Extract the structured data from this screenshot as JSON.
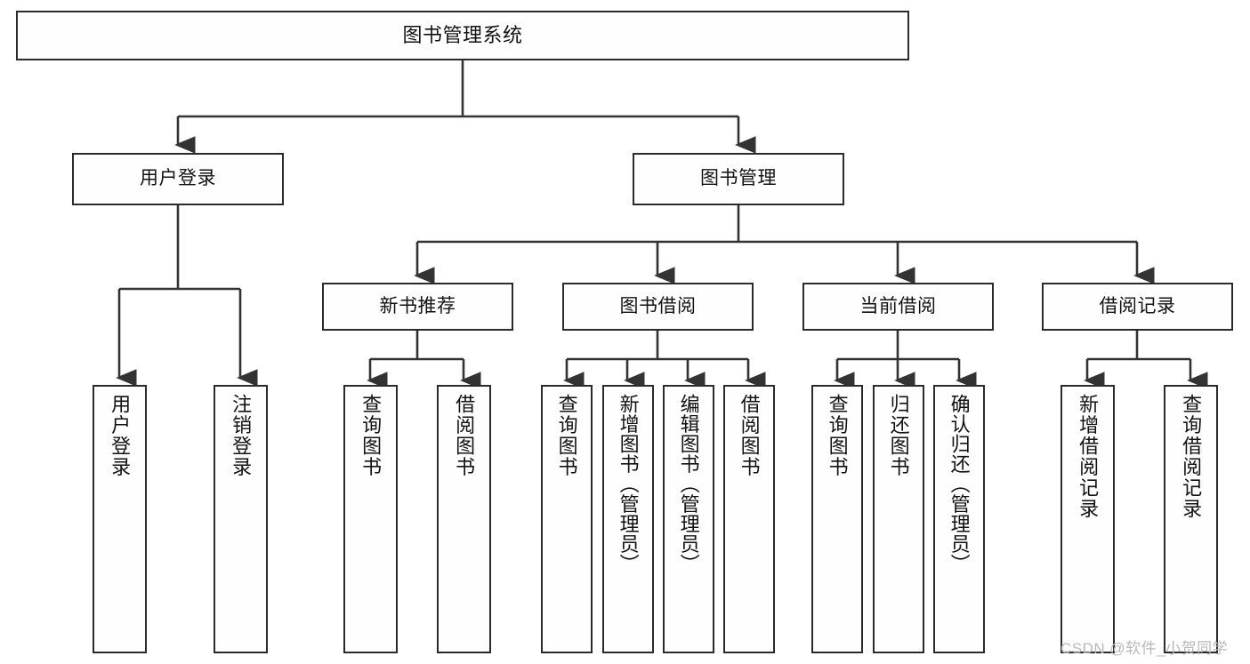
{
  "diagram": {
    "title": "图书管理系统",
    "type": "functional-structure-tree",
    "orientation": "top-down",
    "background_color": "#ffffff",
    "box_border_color": "#2b2b2b",
    "box_fill_color": "#fefefe",
    "edge_color": "#333333",
    "text_color": "#121212"
  },
  "nodes": {
    "root": {
      "label": "图书管理系统",
      "level": 0
    },
    "level1": [
      {
        "id": "user-login",
        "label": "用户登录",
        "level": 1
      },
      {
        "id": "book-manage",
        "label": "图书管理",
        "level": 1
      }
    ],
    "level2": [
      {
        "id": "new-book-recommend",
        "label": "新书推荐",
        "parent": "book-manage",
        "level": 2
      },
      {
        "id": "book-borrow",
        "label": "图书借阅",
        "parent": "book-manage",
        "level": 2
      },
      {
        "id": "current-borrow",
        "label": "当前借阅",
        "parent": "book-manage",
        "level": 2
      },
      {
        "id": "borrow-record",
        "label": "借阅记录",
        "parent": "book-manage",
        "level": 2
      }
    ],
    "leaves": [
      {
        "id": "leaf-user-login",
        "label": "用户登录",
        "parent": "user-login",
        "level": 2
      },
      {
        "id": "leaf-user-logout",
        "label": "注销登录",
        "parent": "user-login",
        "level": 2
      },
      {
        "id": "leaf-query-book-1",
        "label": "查询图书",
        "parent": "new-book-recommend",
        "level": 3
      },
      {
        "id": "leaf-borrow-book-1",
        "label": "借阅图书",
        "parent": "new-book-recommend",
        "level": 3
      },
      {
        "id": "leaf-query-book-2",
        "label": "查询图书",
        "parent": "book-borrow",
        "level": 3
      },
      {
        "id": "leaf-add-book",
        "label": "新增图书（管理员）",
        "parent": "book-borrow",
        "level": 3
      },
      {
        "id": "leaf-edit-book",
        "label": "编辑图书（管理员）",
        "parent": "book-borrow",
        "level": 3
      },
      {
        "id": "leaf-borrow-book-2",
        "label": "借阅图书",
        "parent": "book-borrow",
        "level": 3
      },
      {
        "id": "leaf-query-book-3",
        "label": "查询图书",
        "parent": "current-borrow",
        "level": 3
      },
      {
        "id": "leaf-return-book",
        "label": "归还图书",
        "parent": "current-borrow",
        "level": 3
      },
      {
        "id": "leaf-confirm-return",
        "label": "确认归还（管理员）",
        "parent": "current-borrow",
        "level": 3
      },
      {
        "id": "leaf-add-record",
        "label": "新增借阅记录",
        "parent": "borrow-record",
        "level": 3
      },
      {
        "id": "leaf-query-record",
        "label": "查询借阅记录",
        "parent": "borrow-record",
        "level": 3
      }
    ]
  },
  "watermark": {
    "text": "CSDN @软件_小贺同学"
  }
}
